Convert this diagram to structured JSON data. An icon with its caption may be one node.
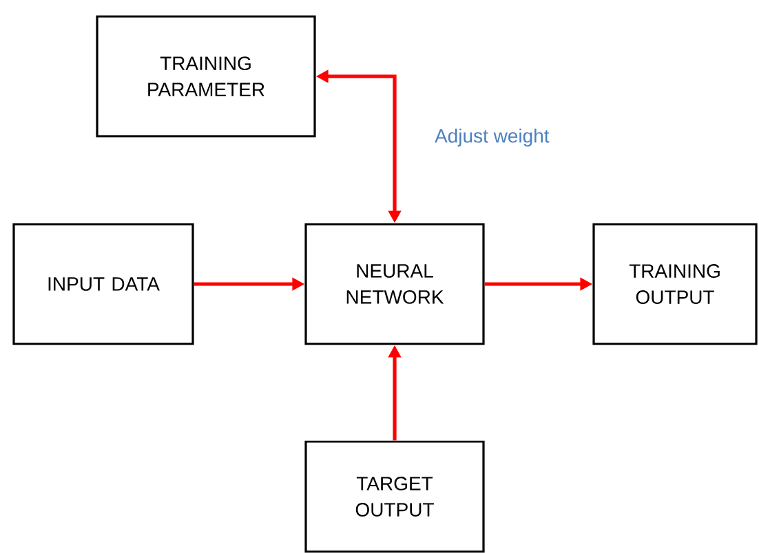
{
  "diagram": {
    "nodes": [
      {
        "text": [
          "TRAINING PARAMETER"
        ]
      },
      {
        "text": [
          "INPUT DATA"
        ]
      },
      {
        "text": [
          "NEURAL NETWORK"
        ]
      },
      {
        "text": [
          "TRAINING OUTPUT"
        ]
      },
      {
        "text": [
          "TARGET OUTPUT"
        ]
      }
    ],
    "edges": [
      {
        "from": 0,
        "to": 2,
        "arrow": "both"
      },
      {
        "from": 1,
        "to": 2,
        "arrow": "to"
      },
      {
        "from": 2,
        "to": 3,
        "arrow": "to"
      },
      {
        "from": 4,
        "to": 2,
        "arrow": "to"
      }
    ],
    "labels": [
      "Adjust weight"
    ]
  }
}
